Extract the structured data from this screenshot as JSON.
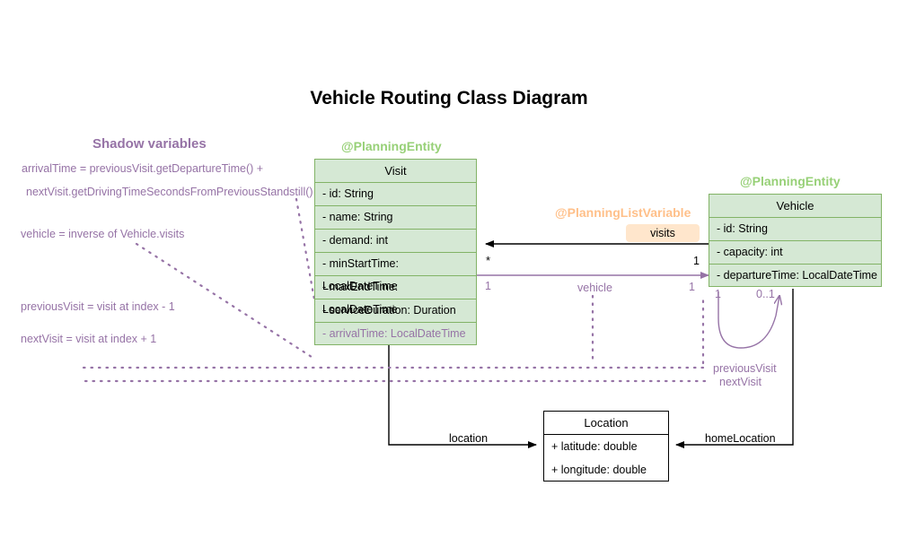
{
  "title": "Vehicle Routing Class Diagram",
  "colors": {
    "entity_fill": "#d5e8d4",
    "entity_border": "#82b366",
    "stereotype_green": "#97d077",
    "stereotype_orange": "#ffc08a",
    "shadow_purple": "#9673a6",
    "chip_fill": "#ffe6cc",
    "plain_border": "#000000"
  },
  "stereotypes": {
    "visit": "@PlanningEntity",
    "vehicle": "@PlanningEntity",
    "list_variable": "@PlanningListVariable"
  },
  "classes": {
    "visit": {
      "name": "Visit",
      "attributes": [
        "- id: String",
        "- name: String",
        "- demand: int",
        "- minStartTime: LocalDateTime",
        "- maxEndTime: LocalDateTime",
        "- serviceDuration: Duration",
        "- arrivalTime: LocalDateTime"
      ]
    },
    "vehicle": {
      "name": "Vehicle",
      "attributes": [
        "- id: String",
        "- capacity: int",
        "- departureTime: LocalDateTime"
      ]
    },
    "location": {
      "name": "Location",
      "attributes": [
        "+ latitude: double",
        "+ longitude: double"
      ]
    }
  },
  "shadow": {
    "heading": "Shadow variables",
    "lines": [
      "arrivalTime = previousVisit.getDepartureTime() +",
      "nextVisit.getDrivingTimeSecondsFromPreviousStandstill()",
      "vehicle = inverse of Vehicle.visits",
      "previousVisit = visit at index - 1",
      "nextVisit = visit at index + 1"
    ]
  },
  "edges": {
    "visits_label": "visits",
    "vehicle_label": "vehicle",
    "location_label": "location",
    "home_location_label": "homeLocation",
    "previous_visit_label": "previousVisit",
    "next_visit_label": "nextVisit",
    "mult_visits_source": "*",
    "mult_visits_target": "1",
    "mult_vehicle_source": "1",
    "mult_vehicle_target": "1",
    "mult_self_one": "1",
    "mult_self_optional": "0..1"
  }
}
